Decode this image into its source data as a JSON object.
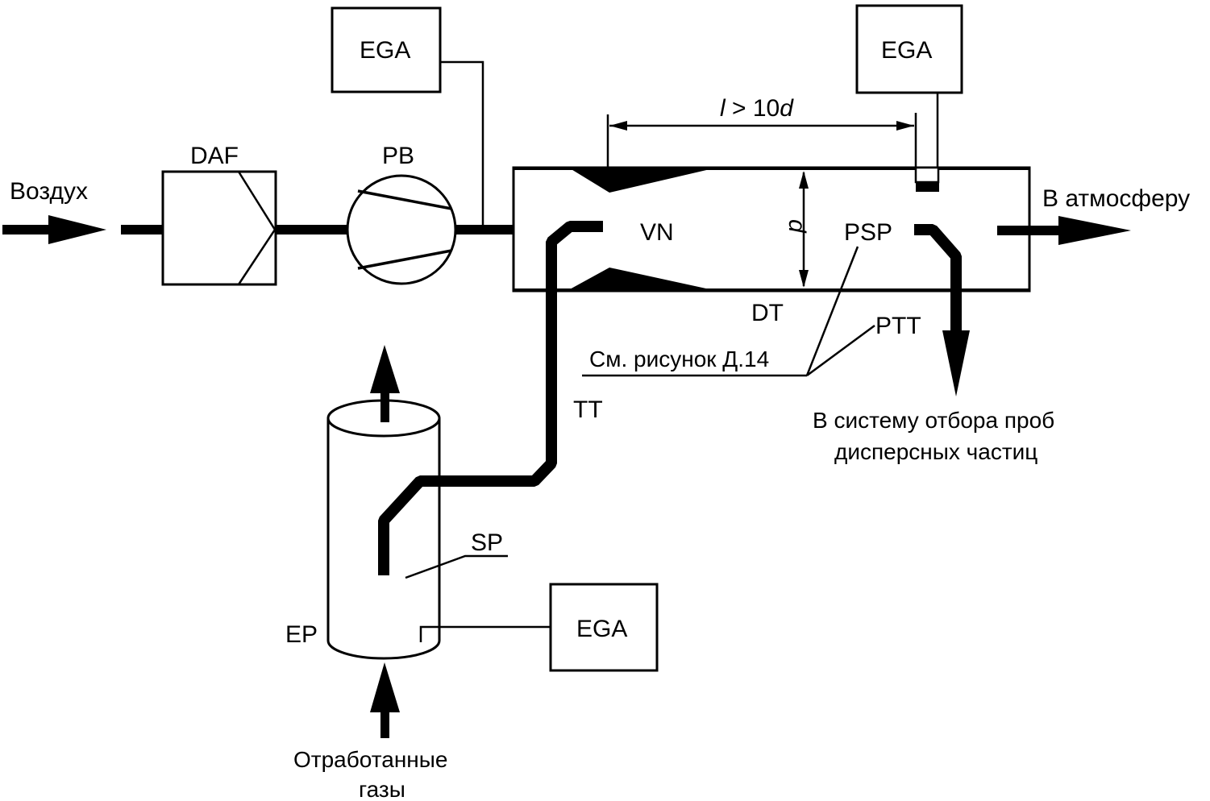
{
  "diagram": {
    "type": "particulate sampling system schematic",
    "colors": {
      "ink": "#000000",
      "background": "#ffffff"
    },
    "inlet_label": "Воздух",
    "outlet_label": "В атмосферу",
    "exhaust_label_line1": "Отработанные",
    "exhaust_label_line2": "газы",
    "sampling_label_line1": "В систему отбора проб",
    "sampling_label_line2": "дисперсных частиц",
    "reference_label": "См. рисунок Д.14",
    "dimension_length_label_l": "l",
    "dimension_length_label_rest": " > 10",
    "dimension_length_label_d": "d",
    "dimension_diameter_label": "d",
    "components": {
      "daf": "DAF",
      "pb": "PB",
      "ega_top_left": "EGA",
      "ega_top_right": "EGA",
      "ega_bottom": "EGA",
      "vn": "VN",
      "psp": "PSP",
      "dt": "DT",
      "ptt": "PTT",
      "tt": "TT",
      "sp": "SP",
      "ep": "EP"
    }
  }
}
